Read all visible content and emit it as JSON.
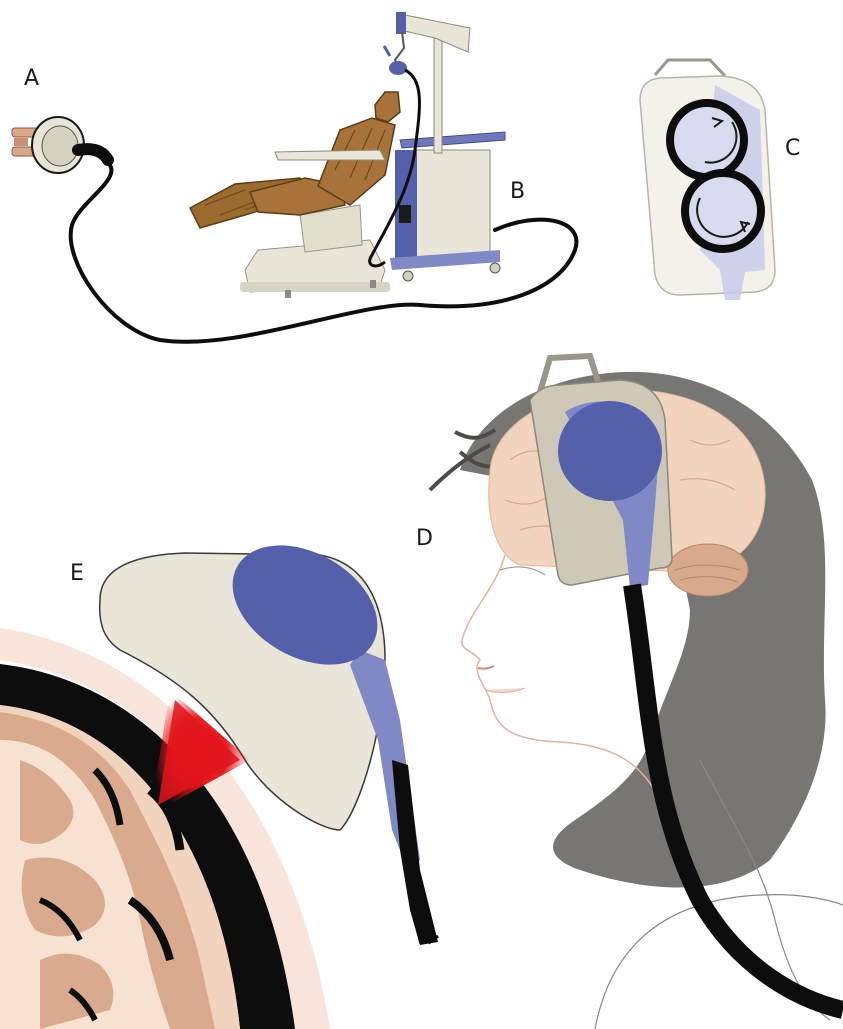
{
  "labels": {
    "a": "A",
    "b": "B",
    "c": "C",
    "d": "D",
    "e": "E"
  },
  "colors": {
    "coil_blue": "#5560aa",
    "coil_blue_light": "#8088c6",
    "chair_brown": "#9a6a2e",
    "cream": "#e9e5d8",
    "cable": "#0d0d0d",
    "hair": "#757370",
    "brain": "#f2d3bd",
    "cerebellum": "#d8a98a",
    "stimulus_red": "#e2141b",
    "skin_outline": "#e2b2a0"
  },
  "icons": {
    "plug": "plug-icon",
    "chair": "treatment-chair",
    "coil_top_view": "figure-eight-coil",
    "rotation_arrows": "rotation-arrow-icon"
  }
}
